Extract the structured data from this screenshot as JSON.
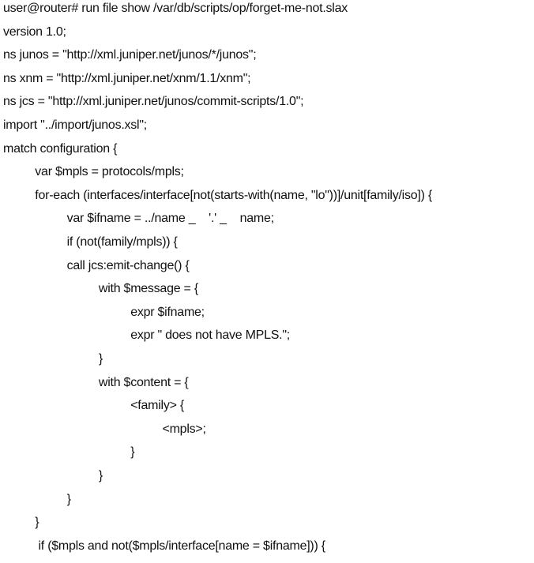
{
  "document": {
    "lines": [
      {
        "indent": 0,
        "text": "user@router# run file show /var/db/scripts/op/forget-me-not.slax"
      },
      {
        "indent": 0,
        "text": "version 1.0;"
      },
      {
        "indent": 0,
        "text": "ns junos = \"http://xml.juniper.net/junos/*/junos\";"
      },
      {
        "indent": 0,
        "text": "ns xnm = \"http://xml.juniper.net/xnm/1.1/xnm\";"
      },
      {
        "indent": 0,
        "text": "ns jcs = \"http://xml.juniper.net/junos/commit-scripts/1.0\";"
      },
      {
        "indent": 0,
        "text": "import \"../import/junos.xsl\";"
      },
      {
        "indent": 0,
        "text": "match configuration {"
      },
      {
        "indent": 1,
        "text": "var $mpls = protocols/mpls;"
      },
      {
        "indent": 1,
        "text": "for-each (interfaces/interface[not(starts-with(name, \"lo\"))]/unit[family/iso]) {"
      },
      {
        "indent": 2,
        "text": "var $ifname = ../name _    '.' _    name;"
      },
      {
        "indent": 2,
        "text": "if (not(family/mpls)) {"
      },
      {
        "indent": 2,
        "text": "call jcs:emit-change() {"
      },
      {
        "indent": 3,
        "text": "with $message = {"
      },
      {
        "indent": 4,
        "text": "expr $ifname;"
      },
      {
        "indent": 4,
        "text": "expr \" does not have MPLS.\";"
      },
      {
        "indent": 3,
        "text": "}"
      },
      {
        "indent": 3,
        "text": "with $content = {"
      },
      {
        "indent": 4,
        "text": "<family> {"
      },
      {
        "indent": 5,
        "text": "<mpls>;"
      },
      {
        "indent": 4,
        "text": "}"
      },
      {
        "indent": 3,
        "text": "}"
      },
      {
        "indent": 2,
        "text": "}"
      },
      {
        "indent": 1,
        "text": "}"
      },
      {
        "indent": 1,
        "text": " if ($mpls and not($mpls/interface[name = $ifname])) {"
      }
    ]
  }
}
